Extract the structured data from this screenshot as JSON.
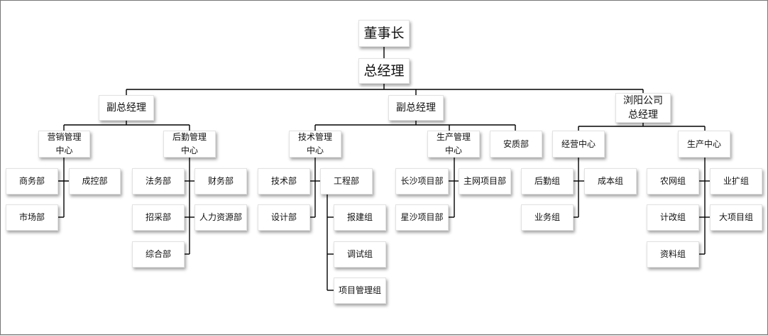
{
  "org": {
    "chairman": "董事长",
    "general_manager": "总经理",
    "vp_left": "副总经理",
    "vp_mid": "副总经理",
    "liuyang": {
      "line1": "浏阳公司",
      "line2": "总经理"
    },
    "marketing_center": {
      "line1": "营销管理",
      "line2": "中心"
    },
    "logistics_center": {
      "line1": "后勤管理",
      "line2": "中心"
    },
    "tech_center": {
      "line1": "技术管理",
      "line2": "中心"
    },
    "production_center": {
      "line1": "生产管理",
      "line2": "中心"
    },
    "safety_dept": "安质部",
    "operations_center": "经营中心",
    "production_center_ly": "生产中心",
    "business_dept": "商务部",
    "cost_control_dept": "成控部",
    "market_dept": "市场部",
    "legal_dept": "法务部",
    "finance_dept": "财务部",
    "procurement_dept": "招采部",
    "hr_dept": "人力资源部",
    "general_dept": "综合部",
    "technology_dept": "技术部",
    "engineering_dept": "工程部",
    "design_dept": "设计部",
    "permit_group": "报建组",
    "debug_group": "调试组",
    "project_mgmt_group": "项目管理组",
    "changsha_project_dept": "长沙项目部",
    "main_grid_project_dept": "主网项目部",
    "xingsha_project_dept": "星沙项目部",
    "logistics_group": "后勤组",
    "cost_group": "成本组",
    "business_group": "业务组",
    "rural_grid_group": "农网组",
    "expansion_group": "业扩组",
    "meter_renovation_group": "计改组",
    "major_project_group": "大项目组",
    "records_group": "资料组"
  }
}
